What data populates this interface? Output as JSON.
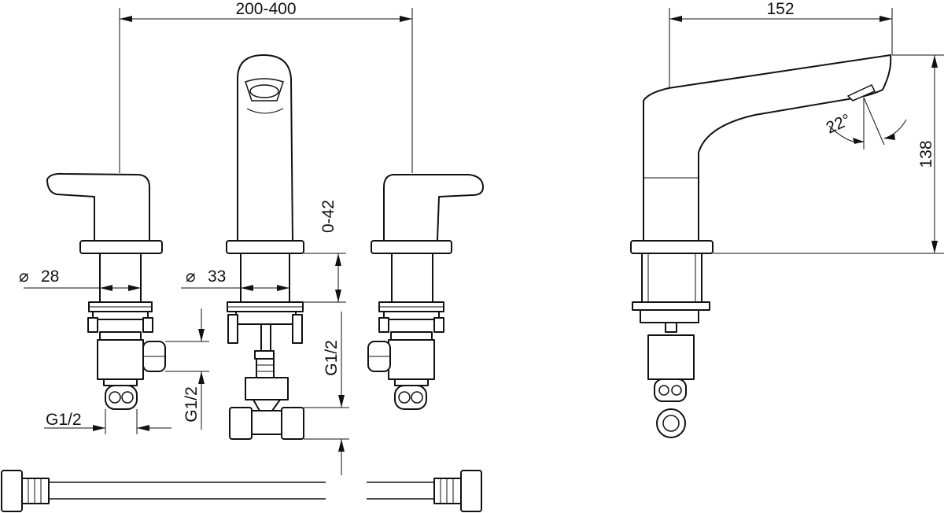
{
  "dimensions": {
    "spread": "200-400",
    "handle_diameter": "28",
    "spout_diameter": "33",
    "deck_thickness": "0-42",
    "connection_left": "G1/2",
    "connection_vertical_left": "G1/2",
    "connection_vertical_center": "G1/2",
    "spout_reach": "152",
    "spout_height": "138",
    "spout_angle": "22°"
  },
  "symbols": {
    "diameter": "⌀"
  },
  "colors": {
    "line": "#111111",
    "background": "#ffffff"
  }
}
